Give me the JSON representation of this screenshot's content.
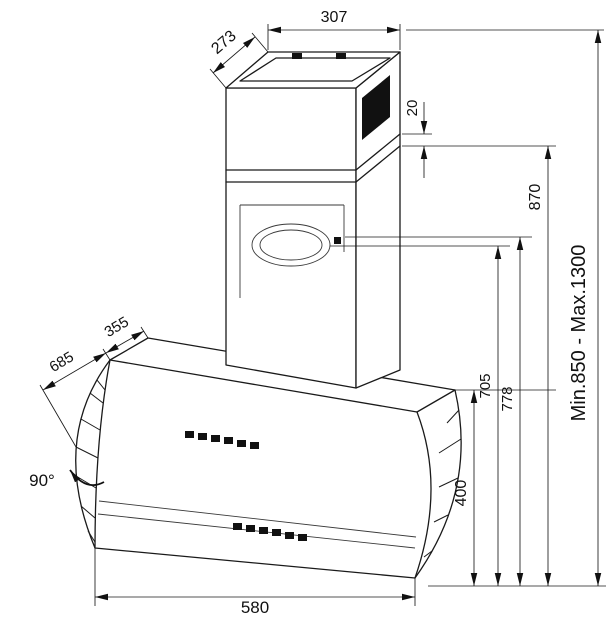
{
  "drawing": {
    "kind": "technical-dimension-drawing",
    "colors": {
      "line": "#1a1a1a",
      "background": "#ffffff",
      "detail_fill": "#111111"
    }
  },
  "dimensions": {
    "chimney_top_width": "307",
    "chimney_top_depth": "273",
    "flue_overlap": "20",
    "height_flue_top": "870",
    "height_duct_center": "705",
    "height_duct_top": "778",
    "hood_height": "400",
    "hood_width": "580",
    "hood_depth_max": "685",
    "hood_depth_top": "355",
    "opening_angle": "90°",
    "mounting_height_range": "Min.850 - Max.1300"
  }
}
